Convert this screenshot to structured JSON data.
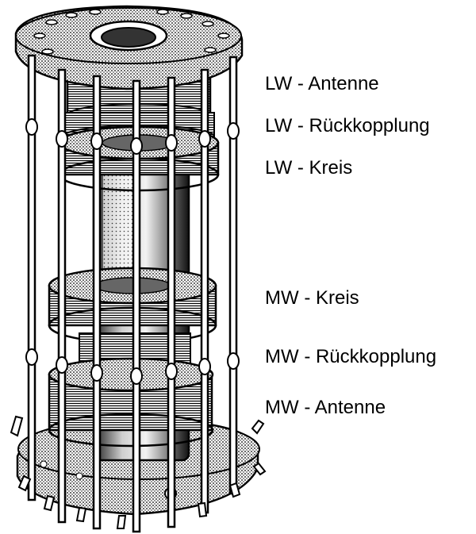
{
  "labels": {
    "lw_antenne": "LW - Antenne",
    "lw_rueckkopplung": "LW - Rückkopplung",
    "lw_kreis": "LW - Kreis",
    "mw_kreis": "MW - Kreis",
    "mw_rueckkopplung": "MW - Rückkopplung",
    "mw_antenne": "MW - Antenne"
  },
  "colors": {
    "ink": "#000000",
    "paper": "#ffffff",
    "shade": "#8a8a8a",
    "light": "#d2d2d2"
  }
}
